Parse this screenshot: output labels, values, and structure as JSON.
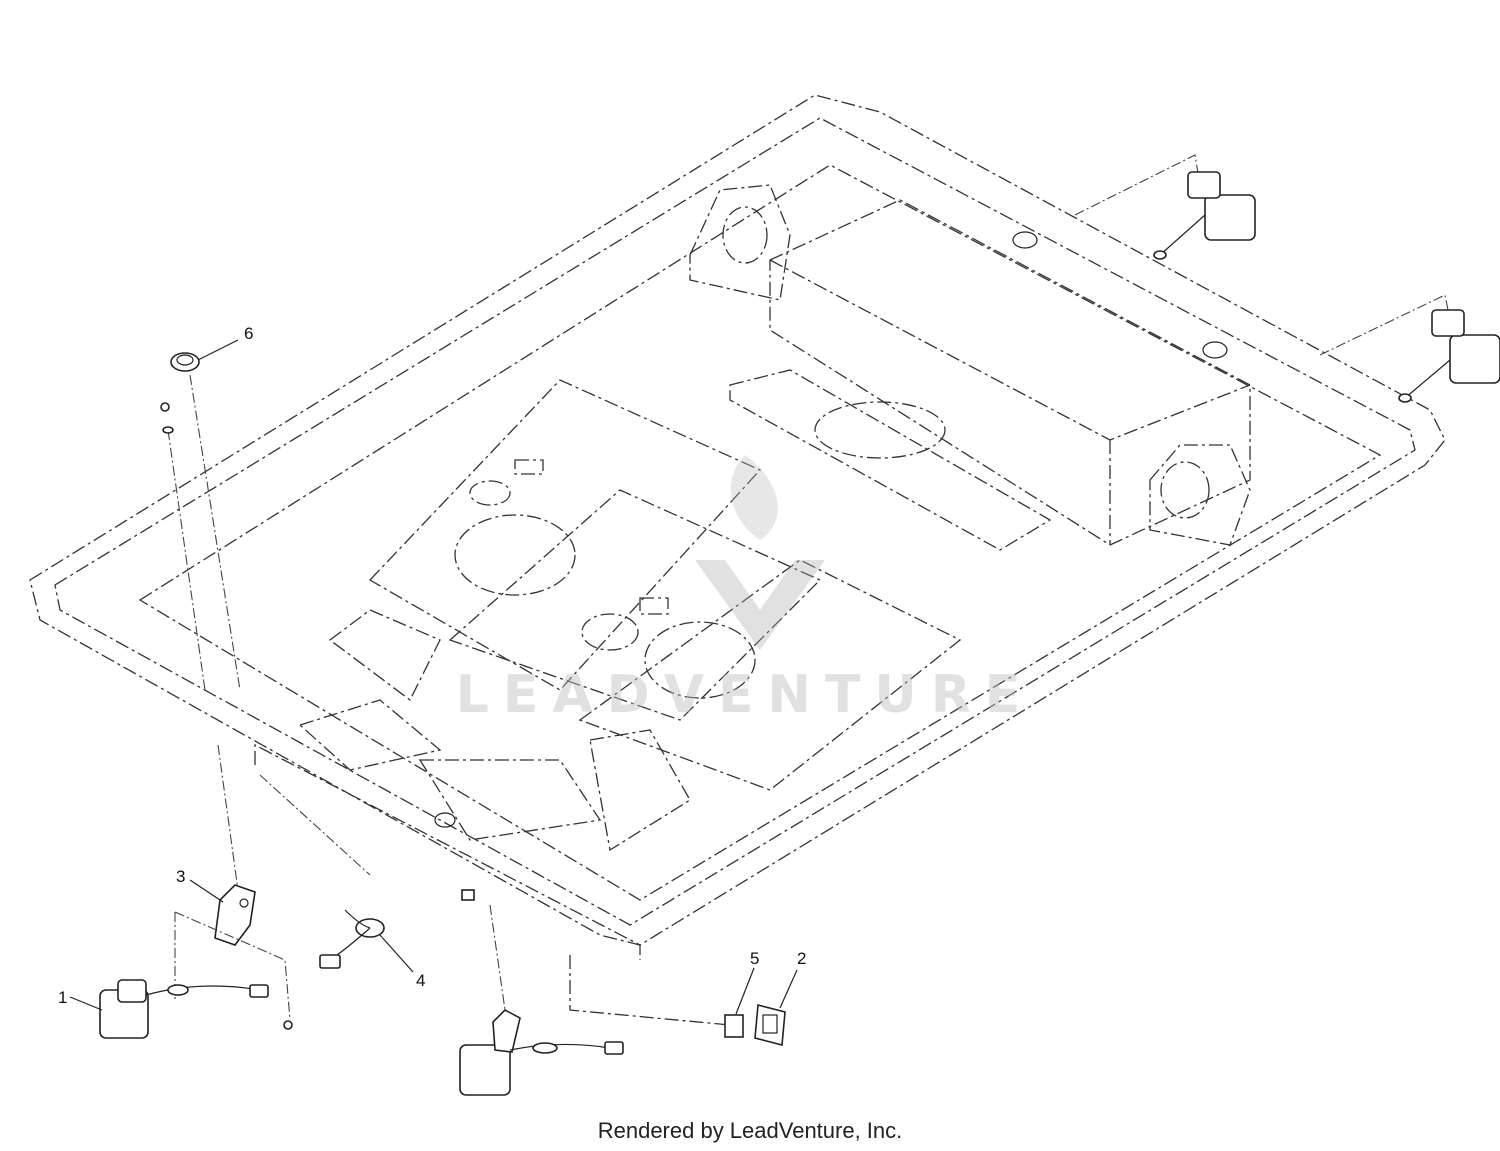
{
  "callouts": [
    "1",
    "2",
    "3",
    "4",
    "5",
    "6"
  ],
  "watermark": "LEADVENTURE",
  "footer": "Rendered by LeadVenture, Inc."
}
